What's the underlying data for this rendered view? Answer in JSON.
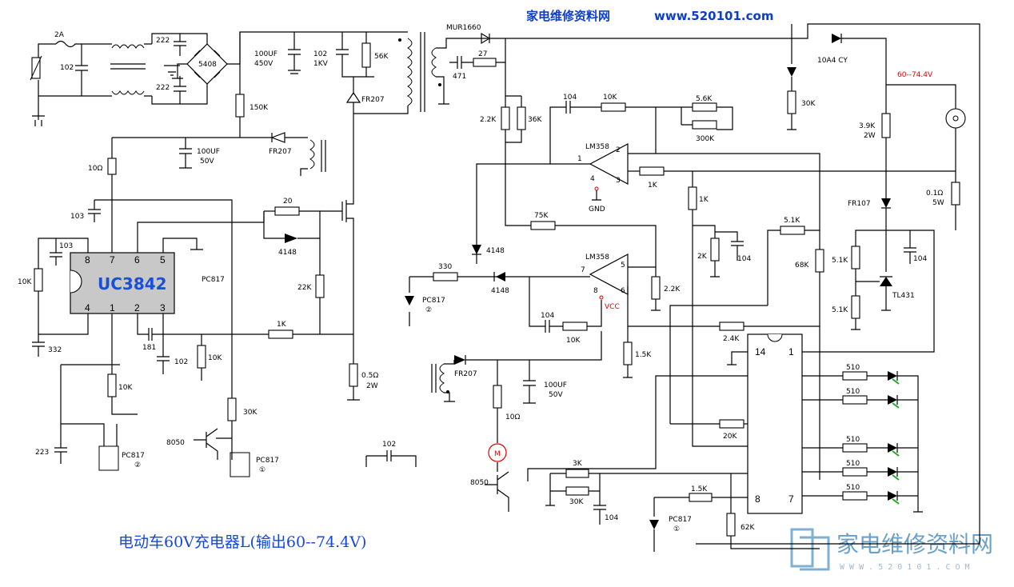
{
  "header": {
    "title": "家电维修资料网",
    "url": "www.520101.com"
  },
  "footer": {
    "title": "电动车60V充电器L(输出60--74.4V)"
  },
  "logo": {
    "text": "家电维修资料网",
    "sub": "W W W . 5 2 0 1 0 1 . C O M"
  },
  "colors": {
    "title": "#0d3ec8",
    "ic_label": "#1a4fd8",
    "highlight": "#e00000",
    "led_arrow": "#22aa22"
  },
  "ic": {
    "uc3842": {
      "name": "UC3842",
      "pins_top": [
        "8",
        "7",
        "6",
        "5"
      ],
      "pins_bottom": [
        "4",
        "1",
        "2",
        "3"
      ]
    },
    "lm358a": {
      "name": "LM358",
      "pins": [
        "1",
        "2",
        "3",
        "4"
      ],
      "gnd": "GND"
    },
    "lm358b": {
      "name": "LM358",
      "pins": [
        "5",
        "6",
        "7",
        "8"
      ],
      "vcc": "VCC"
    },
    "driver": {
      "pin14": "14",
      "pin1": "1",
      "pin8": "8",
      "pin7": "7"
    },
    "tl431": "TL431"
  },
  "labels": {
    "fuse": "2A",
    "c102a": "102",
    "bridge": "5408",
    "c222a": "222",
    "c222b": "222",
    "c100uf": "100UF",
    "v450": "450V",
    "c102b": "102",
    "kv1": "1KV",
    "r56k": "56K",
    "r150k": "150K",
    "fr207a": "FR207",
    "mur": "MUR1660",
    "c471": "471",
    "r27": "27",
    "r22k": "2.2K",
    "r36k": "36K",
    "c104a": "104",
    "r10ka": "10K",
    "r56": "5.6K",
    "r300k": "300K",
    "d10a4": "10A4 CY",
    "r30ka": "30K",
    "vout": "60--74.4V",
    "r39k": "3.9K",
    "w2a": "2W",
    "r01": "0.1Ω",
    "w5": "5W",
    "fr107": "FR107",
    "r10ohm": "10Ω",
    "c100uf2": "100UF",
    "v50": "50V",
    "fr207b": "FR207",
    "c103a": "103",
    "c103b": "103",
    "r10kb": "10K",
    "r20": "20",
    "d4148a": "4148",
    "pc817a": "PC817",
    "r22kb": "22K",
    "r1ka": "1K",
    "c332": "332",
    "c181": "181",
    "c102c": "102",
    "r10kc": "10K",
    "r10kd": "10K",
    "r05": "0.5Ω",
    "w2b": "2W",
    "r1kb": "1K",
    "r1kc": "1K",
    "r75k": "75K",
    "d4148b": "4148",
    "d4148c": "4148",
    "r330": "330",
    "pc817b": "PC817",
    "circ2": "②",
    "r22kc": "2.2K",
    "r2k": "2K",
    "c104b": "104",
    "r51ka": "5.1K",
    "r68k": "68K",
    "r51kb": "5.1K",
    "r51kc": "5.1K",
    "c104c": "104",
    "c104d": "104",
    "r10ke": "10K",
    "r15k": "1.5K",
    "r24k": "2.4K",
    "fr207c": "FR207",
    "c100uf3": "100UF",
    "v50b": "50V",
    "r10ohmb": "10Ω",
    "motor": "M",
    "t8050a": "8050",
    "t8050b": "8050",
    "r30kb": "30K",
    "r30kc": "30K",
    "r3k": "3K",
    "c104e": "104",
    "r15kb": "1.5K",
    "pc817c": "PC817",
    "circ1": "①",
    "r62k": "62K",
    "r20k": "20K",
    "c223": "223",
    "pc817d": "PC817",
    "circ2b": "②",
    "pc817e": "PC817",
    "circ1b": "①",
    "c102d": "102",
    "r510": [
      "510",
      "510",
      "510",
      "510",
      "510"
    ],
    "pc817_main": "PC817"
  }
}
